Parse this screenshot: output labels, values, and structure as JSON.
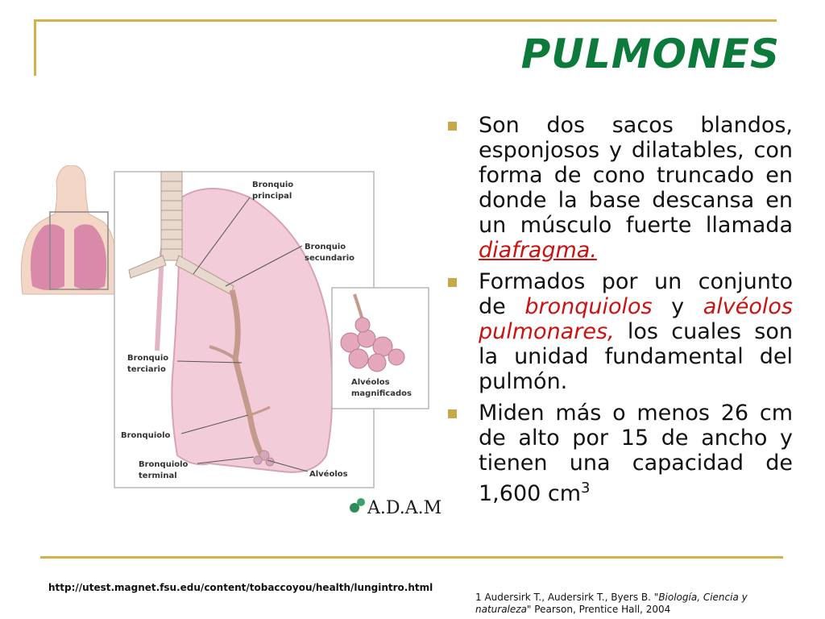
{
  "slide": {
    "title": "PULMONES",
    "bullets": [
      {
        "pre": "Son dos sacos blandos, esponjosos y dilatables, con forma de cono truncado en donde la base descansa en un músculo fuerte llamada ",
        "term": "diafragma."
      },
      {
        "pre": "Formados por un conjunto de ",
        "term1": "bronquiolos",
        "mid": " y ",
        "term2": "alvéolos pulmonares,",
        "post": " los cuales son la unidad fundamental del pulmón."
      },
      {
        "pre": "Miden más o menos 26 cm de alto por 15 de ancho y tienen una capacidad de 1,600 cm",
        "sup": "3"
      }
    ],
    "source_url": "http://utest.magnet.fsu.edu/content/tobaccoyou/health/lungintro.html",
    "citation": {
      "pre": "1 Audersirk T., Audersirk T., Byers B. ",
      "italic": "\"Biología, Ciencia y naturaleza\"",
      "post": " Pearson, Prentice Hall, 2004"
    }
  },
  "figure": {
    "labels": {
      "bronquio_principal_1": "Bronquio",
      "bronquio_principal_2": "principal",
      "bronquio_secundario_1": "Bronquio",
      "bronquio_secundario_2": "secundario",
      "bronquio_terciario_1": "Bronquio",
      "bronquio_terciario_2": "terciario",
      "bronquiolo": "Bronquiolo",
      "bronquiolo_terminal_1": "Bronquiolo",
      "bronquiolo_terminal_2": "terminal",
      "alveolos": "Alvéolos",
      "alveolos_magnificados_1": "Alvéolos",
      "alveolos_magnificados_2": "magnificados"
    },
    "logo": "A.D.A.M."
  }
}
